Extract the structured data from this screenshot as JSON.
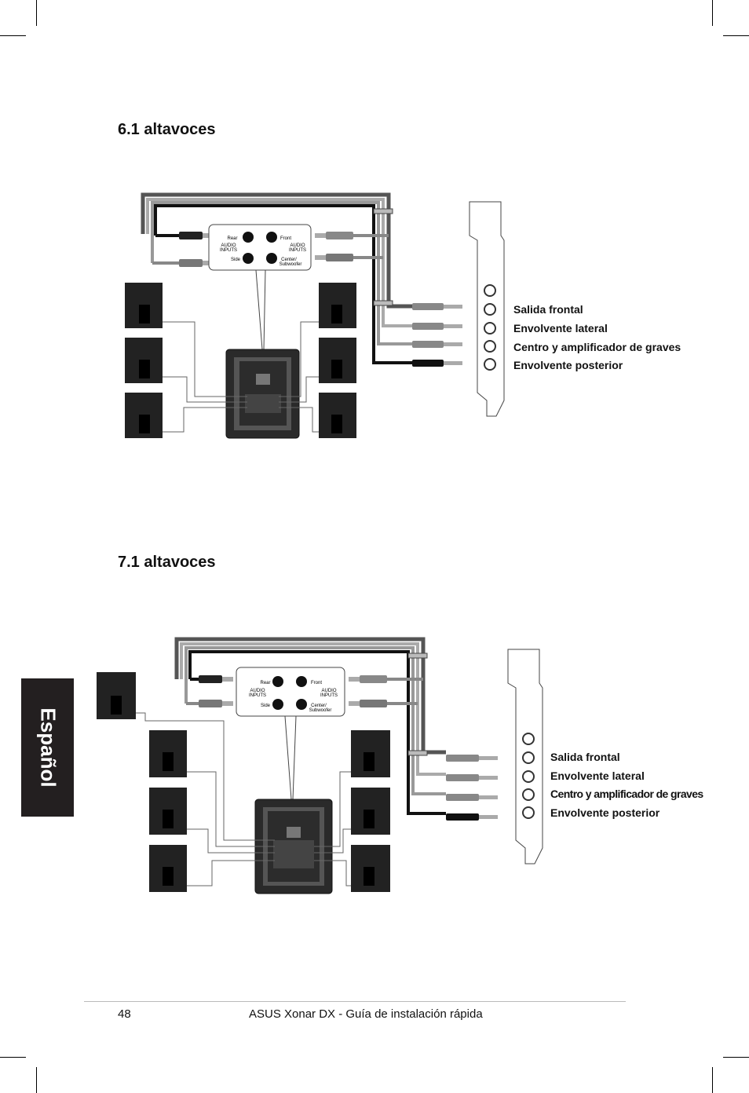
{
  "section_1": {
    "title": "6.1 altavoces",
    "hub": {
      "rear": "Rear",
      "side": "Side",
      "front": "Front",
      "center": "Center/",
      "subwoofer": "Subwoofer",
      "audio": "AUDIO",
      "inputs": "INPUTS"
    },
    "labels": [
      "Salida frontal",
      "Envolvente lateral",
      "Centro y amplificador de graves",
      "Envolvente posterior"
    ]
  },
  "section_2": {
    "title": "7.1 altavoces",
    "hub": {
      "rear": "Rear",
      "side": "Side",
      "front": "Front",
      "center": "Center/",
      "subwoofer": "Subwoofer",
      "audio": "AUDIO",
      "inputs": "INPUTS"
    },
    "labels": [
      "Salida frontal",
      "Envolvente lateral",
      "Centro y amplificador de graves",
      "Envolvente posterior"
    ]
  },
  "side_tab": "Español",
  "footer": {
    "page_number": "48",
    "title": "ASUS Xonar DX - Guía de instalación rápida"
  }
}
